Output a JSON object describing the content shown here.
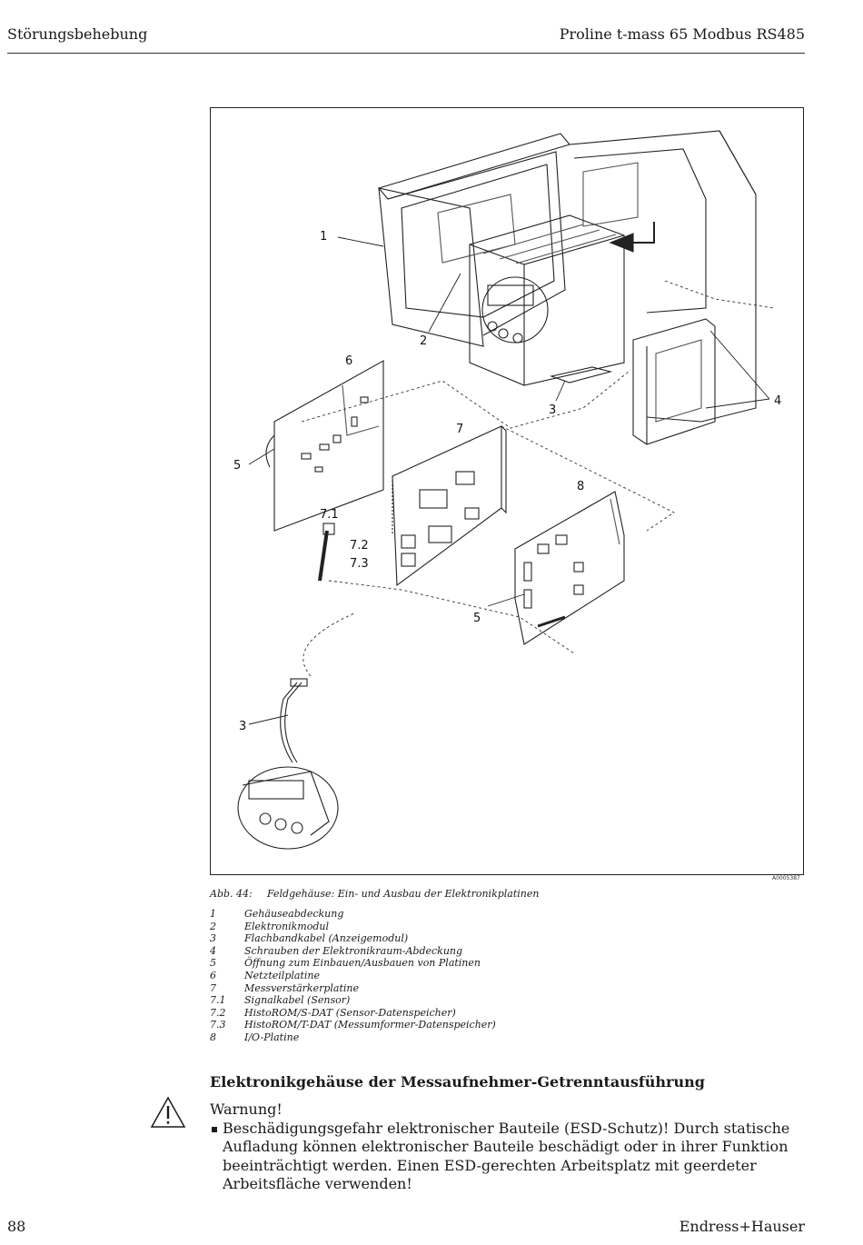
{
  "header": {
    "left": "Störungsbehebung",
    "right": "Proline t-mass 65 Modbus RS485"
  },
  "figure": {
    "code": "A0005387",
    "labels": {
      "l1": "1",
      "l2": "2",
      "l3a": "3",
      "l4": "4",
      "l5a": "5",
      "l6": "6",
      "l7": "7",
      "l71": "7.1",
      "l72": "7.2",
      "l73": "7.3",
      "l8": "8",
      "l5b": "5",
      "l3b": "3"
    }
  },
  "caption": {
    "number": "Abb. 44:",
    "text": "Feldgehäuse: Ein- und Ausbau der Elektronikplatinen"
  },
  "legend": [
    {
      "key": "1",
      "text": "Gehäuseabdeckung"
    },
    {
      "key": "2",
      "text": "Elektronikmodul"
    },
    {
      "key": "3",
      "text": "Flachbandkabel (Anzeigemodul)"
    },
    {
      "key": "4",
      "text": "Schrauben der Elektronikraum-Abdeckung"
    },
    {
      "key": "5",
      "text": "Öffnung zum Einbauen/Ausbauen von Platinen"
    },
    {
      "key": "6",
      "text": "Netzteilplatine"
    },
    {
      "key": "7",
      "text": "Messverstärkerplatine"
    },
    {
      "key": "7.1",
      "text": "Signalkabel (Sensor)"
    },
    {
      "key": "7.2",
      "text": "HistoROM/S-DAT (Sensor-Datenspeicher)"
    },
    {
      "key": "7.3",
      "text": "HistoROM/T-DAT (Messumformer-Datenspeicher)"
    },
    {
      "key": "8",
      "text": "I/O-Platine"
    }
  ],
  "section": {
    "title": "Elektronikgehäuse der Messaufnehmer-Getrenntausführung"
  },
  "warning": {
    "title": "Warnung!",
    "text": "Beschädigungsgefahr elektronischer Bauteile (ESD-Schutz)! Durch statische Aufladung können elektronischer Bauteile beschädigt oder in ihrer Funktion beeinträchtigt werden. Einen ESD-gerechten Arbeitsplatz mit geerdeter Arbeitsfläche verwenden!"
  },
  "footer": {
    "page": "88",
    "brand": "Endress+Hauser"
  }
}
